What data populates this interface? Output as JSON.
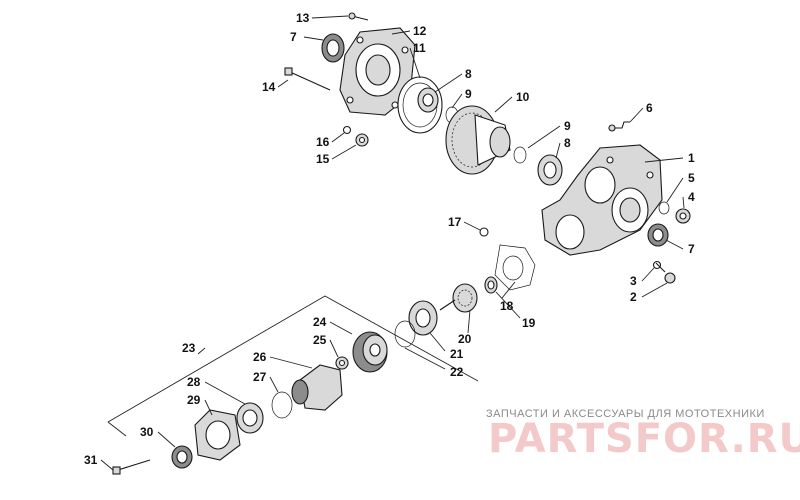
{
  "diagram": {
    "part_labels": [
      "1",
      "2",
      "3",
      "4",
      "5",
      "6",
      "7",
      "8",
      "9",
      "10",
      "11",
      "12",
      "13",
      "14",
      "15",
      "16",
      "17",
      "18",
      "19",
      "20",
      "21",
      "22",
      "23",
      "24",
      "25",
      "26",
      "27",
      "28",
      "29",
      "30",
      "31"
    ],
    "label_7_second": "7",
    "label_8_second": "8",
    "label_9_second": "9"
  },
  "watermark": {
    "caption": "ЗАПЧАСТИ И АКСЕССУАРЫ ДЛЯ МОТОТЕХНИКИ",
    "logo": "PARTSFOR.RU"
  }
}
